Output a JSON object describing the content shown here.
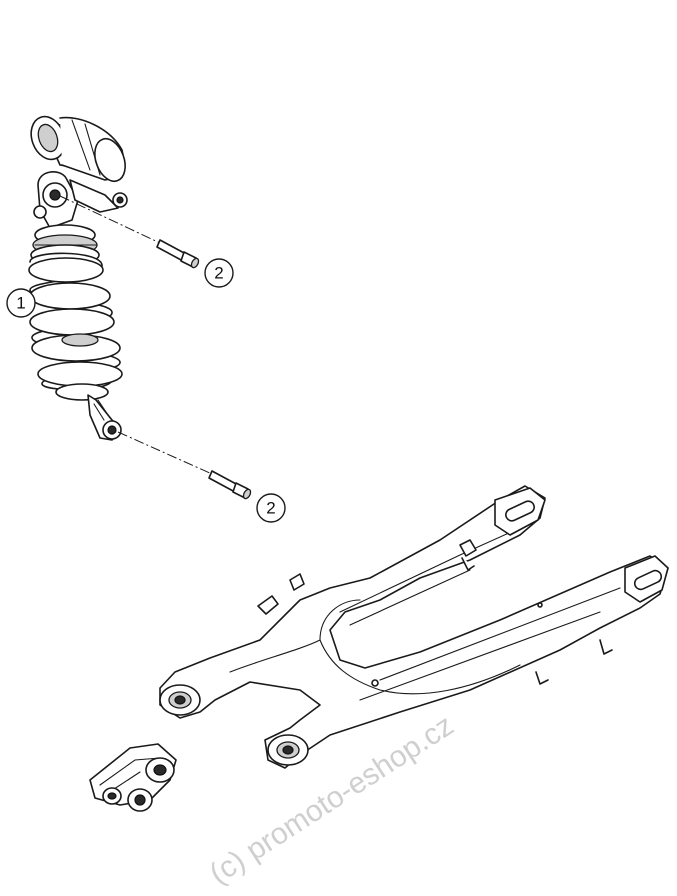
{
  "callouts": {
    "shock_absorber": "1",
    "bolt_upper": "2",
    "bolt_lower": "2"
  },
  "watermark": "(c) promoto-eshop.cz",
  "colors": {
    "line": "#1a1a1a",
    "shade": "#cfcfcf",
    "watermark": "#cfcfcf"
  }
}
